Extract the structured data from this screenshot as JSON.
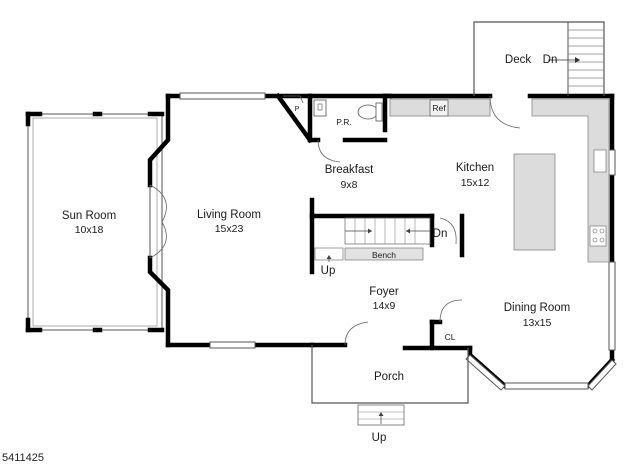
{
  "rooms": {
    "deck": {
      "name": "Deck",
      "stairs": "Dn"
    },
    "sun_room": {
      "name": "Sun Room",
      "dims": "10x18"
    },
    "living_room": {
      "name": "Living Room",
      "dims": "15x23"
    },
    "breakfast": {
      "name": "Breakfast",
      "dims": "9x8"
    },
    "kitchen": {
      "name": "Kitchen",
      "dims": "15x12"
    },
    "foyer": {
      "name": "Foyer",
      "dims": "14x9"
    },
    "dining_room": {
      "name": "Dining Room",
      "dims": "13x15"
    },
    "porch": {
      "name": "Porch"
    }
  },
  "fixtures": {
    "powder_room": "P.R.",
    "pantry": "P",
    "refrigerator": "Ref",
    "bench": "Bench",
    "closet": "CL"
  },
  "stairs": {
    "down": "Dn",
    "up_interior": "Up",
    "up_porch": "Up"
  },
  "listing_id": "5411425"
}
